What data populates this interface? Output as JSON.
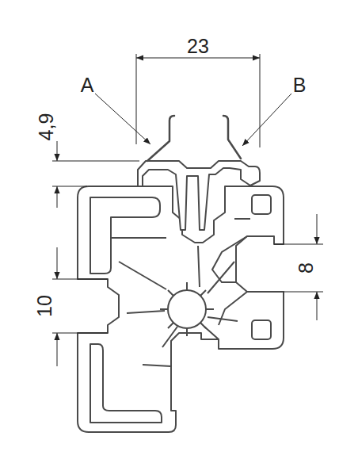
{
  "diagram": {
    "labels": [
      "23",
      "A",
      "B",
      "4,9",
      "8",
      "10"
    ]
  }
}
